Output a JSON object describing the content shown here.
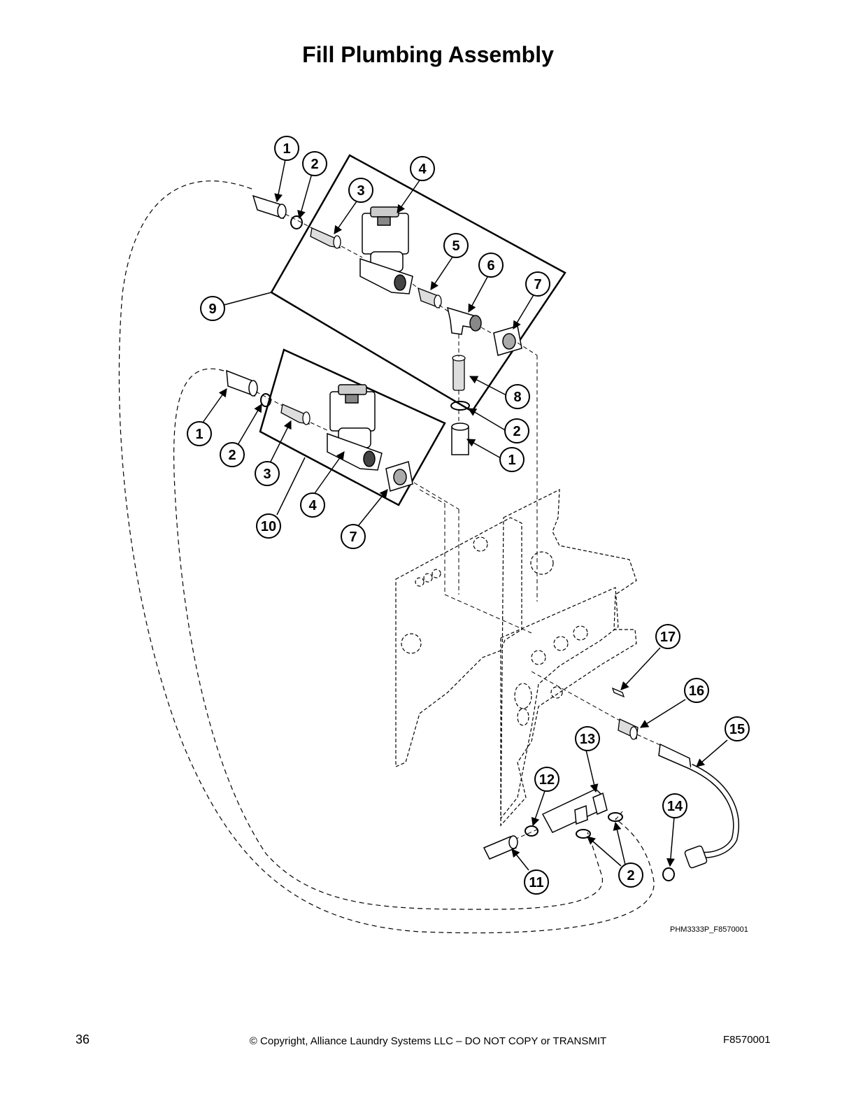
{
  "title": "Fill Plumbing Assembly",
  "drawing_id": "PHM3333P_F8570001",
  "footer": {
    "page_number": "36",
    "copyright": "© Copyright, Alliance Laundry Systems LLC – DO NOT COPY or TRANSMIT",
    "doc_number": "F8570001"
  },
  "callouts": [
    "1",
    "2",
    "3",
    "4",
    "5",
    "6",
    "7",
    "8",
    "9",
    "10",
    "11",
    "12",
    "13",
    "14",
    "15",
    "16",
    "17"
  ]
}
